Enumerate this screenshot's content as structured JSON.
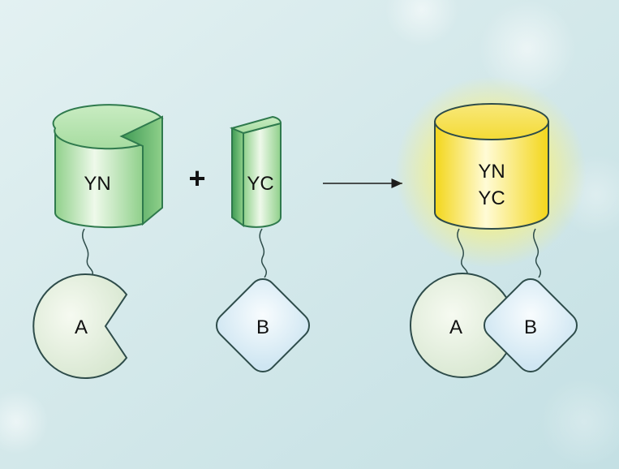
{
  "left": {
    "yn_label": "YN",
    "yc_label": "YC",
    "plus": "+",
    "protein_a_label": "A",
    "protein_b_label": "B"
  },
  "right": {
    "yn_label": "YN",
    "yc_label": "YC",
    "protein_a_label": "A",
    "protein_b_label": "B"
  },
  "colors": {
    "background": "#d6e9ec",
    "green_outline": "#2f7a4d",
    "green_fill": "#a8d9a4",
    "yellow_fill": "#f7e23a",
    "outline_dark": "#2e4c4a",
    "protein_a_fill": "#e4eedc",
    "protein_b_fill": "#e2f1f8"
  }
}
